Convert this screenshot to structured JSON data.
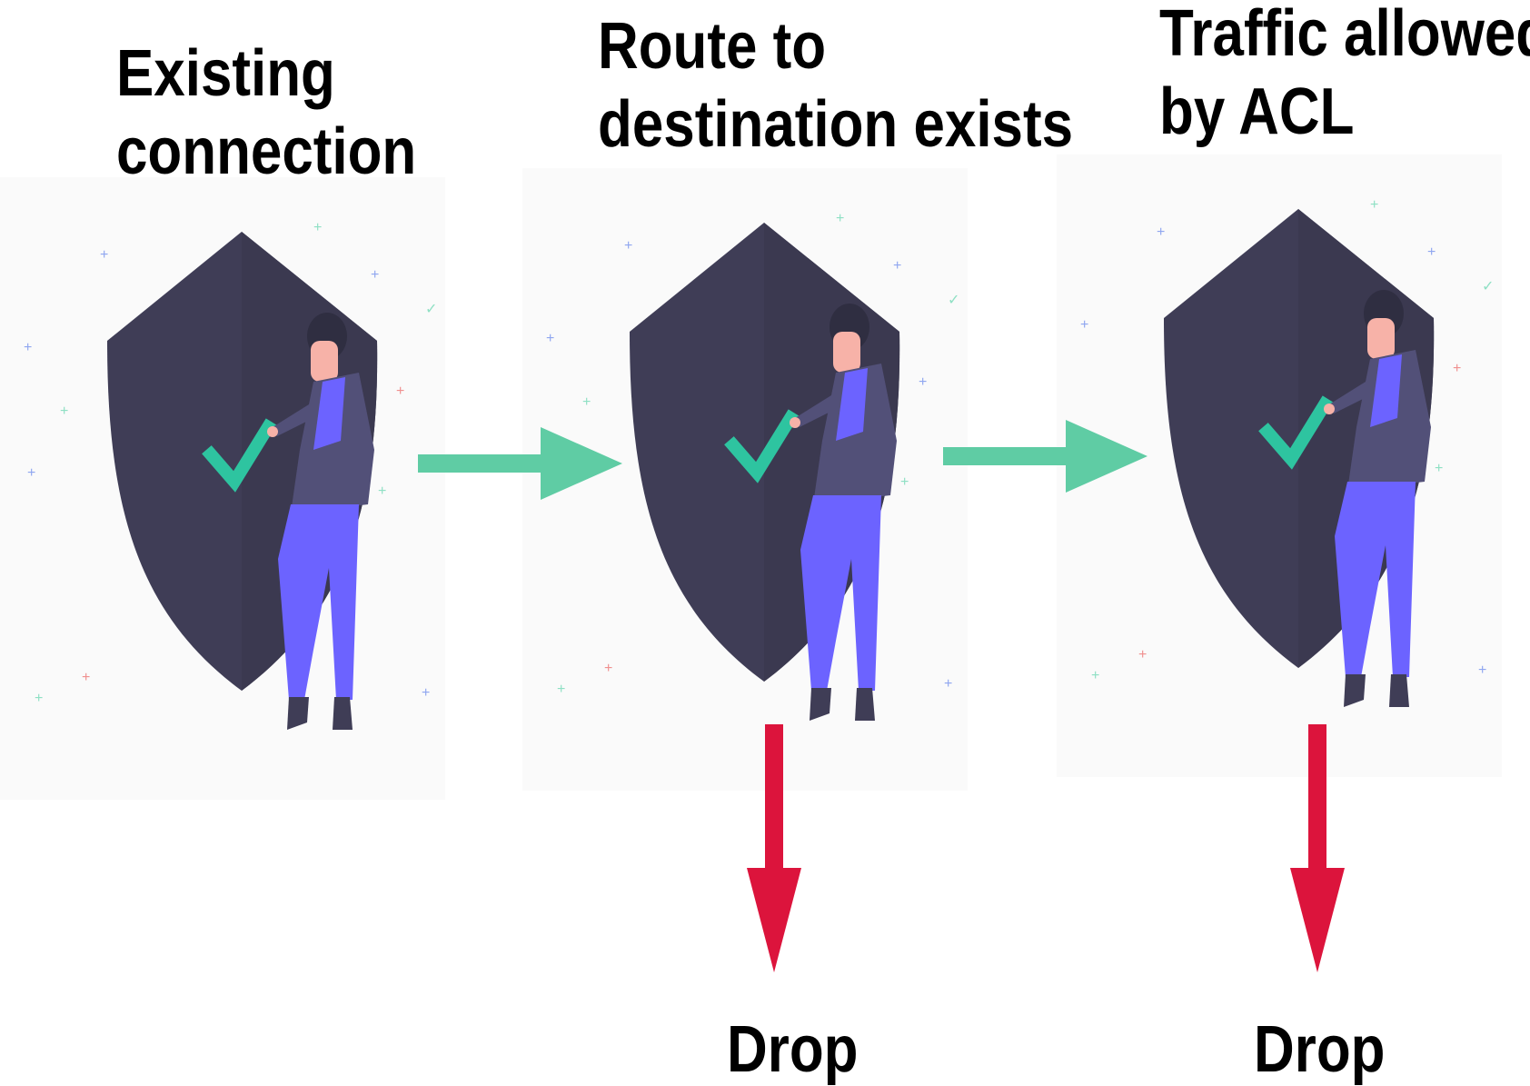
{
  "stages": [
    {
      "title_line1": "Existing",
      "title_line2": "connection"
    },
    {
      "title_line1": "Route to",
      "title_line2": "destination exists"
    },
    {
      "title_line1": "Traffic allowed",
      "title_line2": "by ACL"
    }
  ],
  "drops": [
    {
      "label": "Drop"
    },
    {
      "label": "Drop"
    }
  ],
  "colors": {
    "shield_dark": "#3f3d56",
    "shield_light": "#3b3950",
    "check": "#2ec4a0",
    "pants": "#6c63ff",
    "jacket": "#525078",
    "skin": "#f7b2a8",
    "hair": "#2f2e41",
    "arrow_pass": "#5fcca4",
    "arrow_drop": "#dc143c",
    "panel_bg": "#fafafa"
  },
  "icons": {
    "stage_illustration": "shield-check-person-icon",
    "pass_arrow": "arrow-right-icon",
    "drop_arrow": "arrow-down-icon"
  }
}
